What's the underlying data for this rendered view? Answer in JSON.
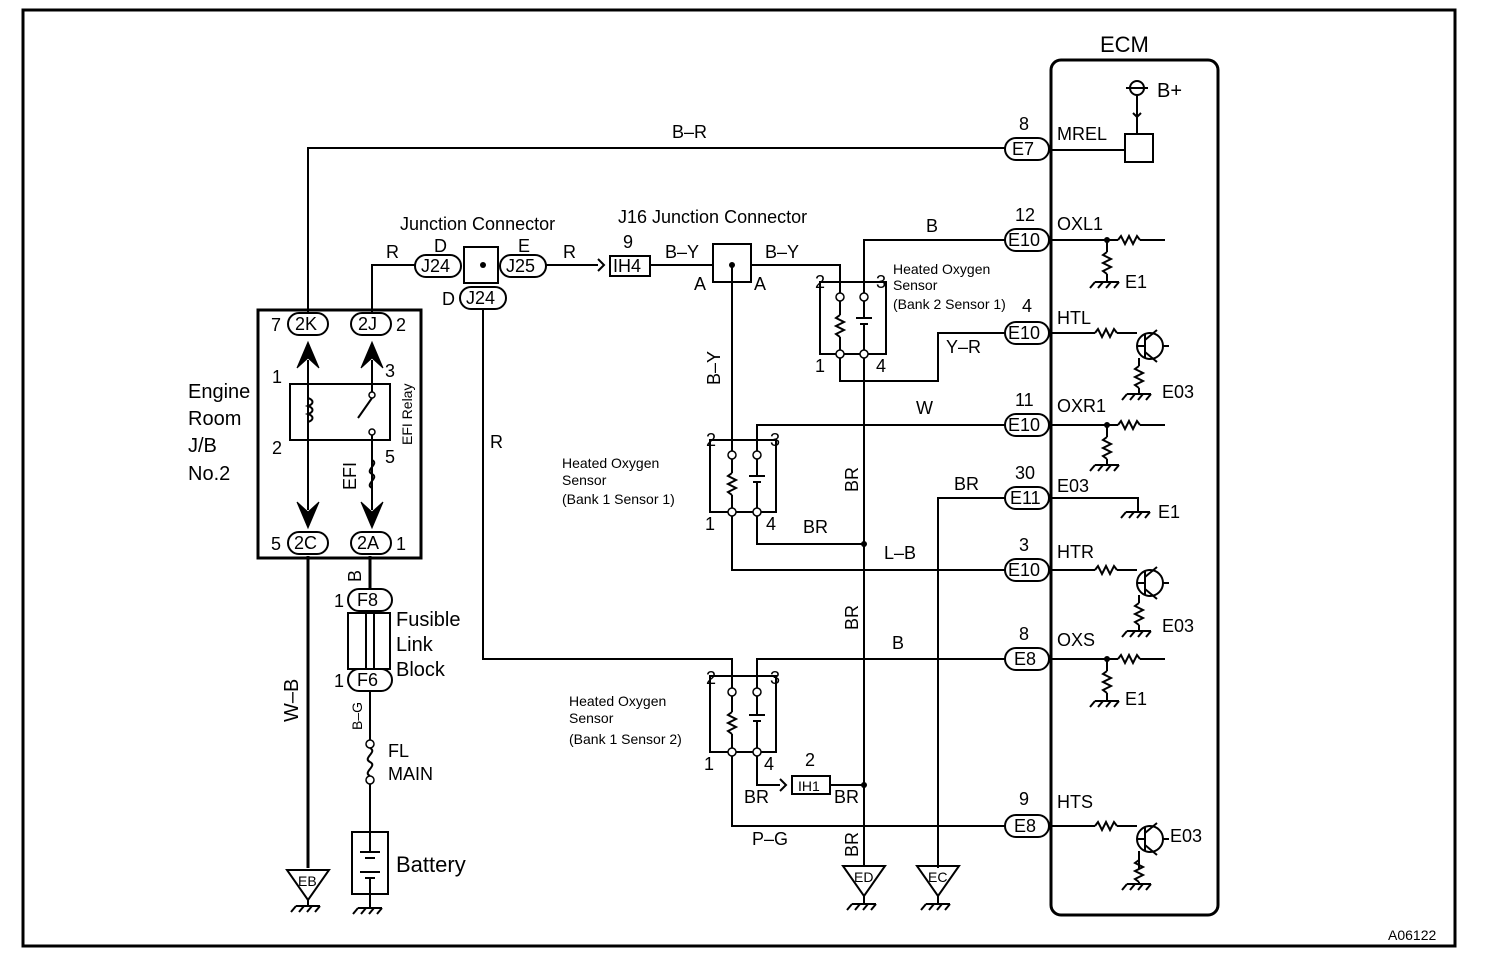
{
  "ecm": {
    "title": "ECM",
    "b_plus": "B+",
    "signals": {
      "mrel": "MREL",
      "oxl1": "OXL1",
      "htl": "HTL",
      "oxr1": "OXR1",
      "e03": "E03",
      "htr": "HTR",
      "oxs": "OXS",
      "hts": "HTS"
    },
    "grounds": {
      "e1": "E1",
      "e03": "E03"
    }
  },
  "connectors": {
    "e7": "E7",
    "e10": "E10",
    "e11": "E11",
    "e8": "E8",
    "j24": "J24",
    "j25": "J25",
    "ih4": "IH4",
    "ih1": "IH1",
    "c2k": "2K",
    "c2j": "2J",
    "c2c": "2C",
    "c2a": "2A",
    "f8": "F8",
    "f6": "F6"
  },
  "pins": {
    "p8": "8",
    "p12": "12",
    "p4": "4",
    "p11": "11",
    "p30": "30",
    "p3": "3",
    "p9": "9",
    "p1": "1",
    "p2": "2",
    "p5": "5",
    "p7": "7",
    "a": "A",
    "d": "D",
    "e": "E"
  },
  "wires": {
    "b_r": "B–R",
    "r": "R",
    "b_y": "B–Y",
    "b": "B",
    "y_r": "Y–R",
    "w": "W",
    "br": "BR",
    "l_b": "L–B",
    "p_g": "P–G",
    "w_b": "W–B",
    "b_g": "B–G"
  },
  "components": {
    "junction_connector": "Junction Connector",
    "j16_junction_connector": "J16 Junction Connector",
    "hos": "Heated Oxygen",
    "sensor": "Sensor",
    "bank2_sensor1": "(Bank 2 Sensor 1)",
    "bank1_sensor1": "(Bank 1 Sensor 1)",
    "bank1_sensor2": "(Bank 1 Sensor 2)",
    "engine": "Engine",
    "room": "Room",
    "jb": "J/B",
    "no2": "No.2",
    "efi_relay": "EFI Relay",
    "efi_fuse": "EFI",
    "fusible": "Fusible",
    "link": "Link",
    "block": "Block",
    "fl": "FL",
    "main": "MAIN",
    "battery": "Battery"
  },
  "grounds": {
    "eb": "EB",
    "ed": "ED",
    "ec": "EC"
  },
  "figure_code": "A06122"
}
